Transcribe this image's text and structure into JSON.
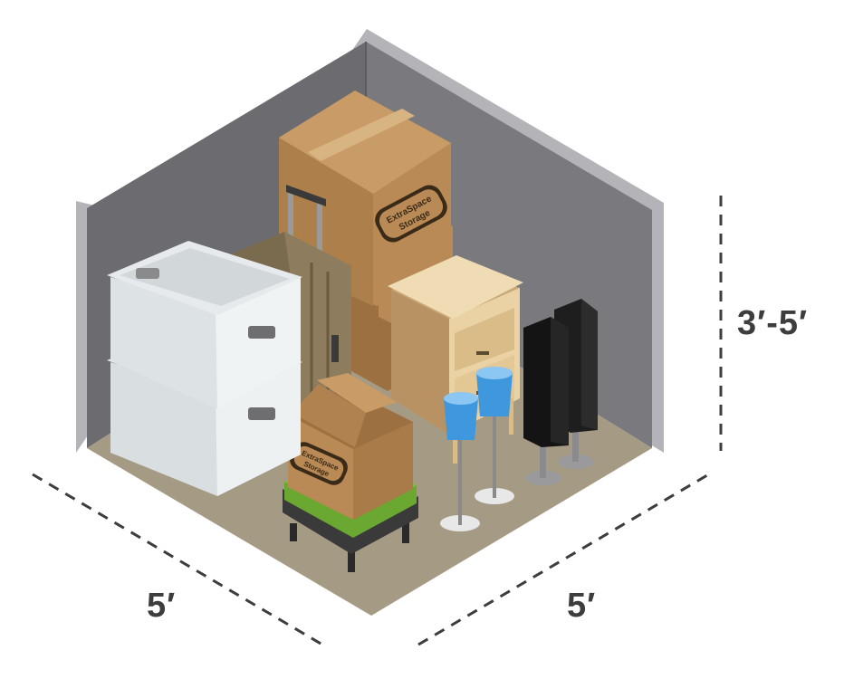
{
  "dimensions": {
    "width_label": "5′",
    "depth_label": "5′",
    "height_label": "3′-5′"
  },
  "box_brand": {
    "line1": "ExtraSpace",
    "line2": "Storage"
  },
  "colors": {
    "wall_back": "#6f6f72",
    "wall_trim": "#b4b4b8",
    "floor": "#a59a84",
    "cardboard": "#b98a55",
    "cardboard_dark": "#9c7040",
    "tote": "#e4e8ea",
    "suitcase": "#8a7a5e",
    "nightstand": "#ead2a4",
    "lamp_shade": "#3f98de",
    "speaker": "#1e1e1e",
    "ottoman": "#6aa832"
  },
  "items": [
    "storage-unit-illustration"
  ]
}
